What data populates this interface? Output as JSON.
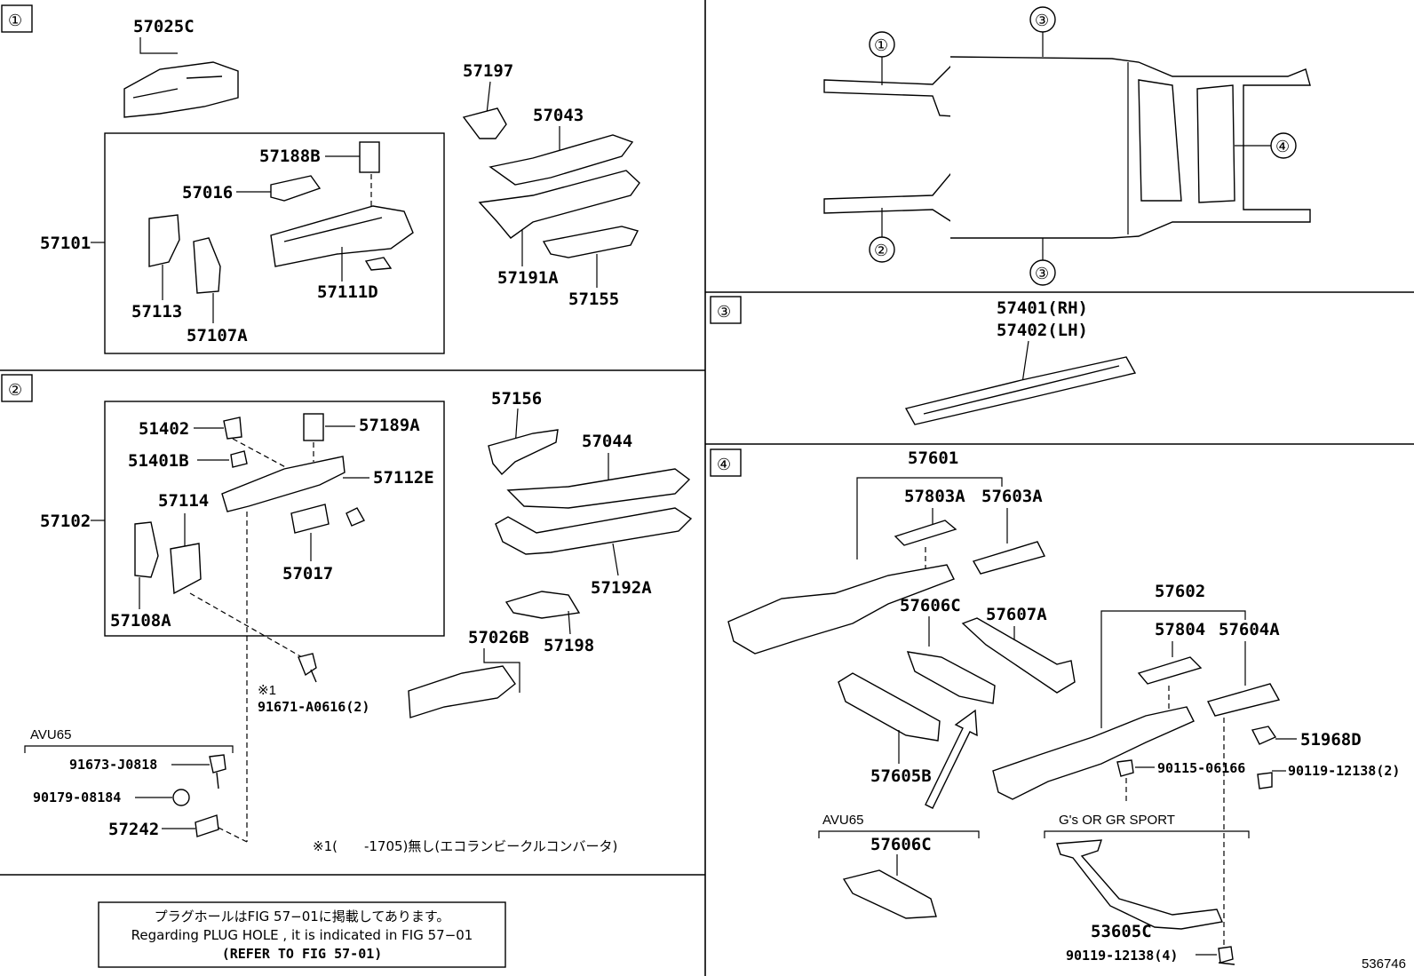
{
  "sections": {
    "s1": "①",
    "s2": "②",
    "s3": "③",
    "s4": "④"
  },
  "overview": {
    "c1": "①",
    "c2": "②",
    "c3a": "③",
    "c3b": "③",
    "c4": "④"
  },
  "parts": {
    "p57025C": "57025C",
    "p57197": "57197",
    "p57043": "57043",
    "p57188B": "57188B",
    "p57016": "57016",
    "p57101": "57101",
    "p57113": "57113",
    "p57107A": "57107A",
    "p57111D": "57111D",
    "p57191A": "57191A",
    "p57155": "57155",
    "p57156": "57156",
    "p57044": "57044",
    "p51402": "51402",
    "p57189A": "57189A",
    "p51401B": "51401B",
    "p57112E": "57112E",
    "p57114": "57114",
    "p57102": "57102",
    "p57017": "57017",
    "p57108A": "57108A",
    "p57192A": "57192A",
    "p57026B": "57026B",
    "p57198": "57198",
    "p91671": "91671-A0616(2)",
    "p91673": "91673-J0818",
    "p90179": "90179-08184",
    "p57242": "57242",
    "p57401": "57401(RH)",
    "p57402": "57402(LH)",
    "p57601": "57601",
    "p57803A": "57803A",
    "p57603A": "57603A",
    "p57606C": "57606C",
    "p57607A": "57607A",
    "p57605B": "57605B",
    "p57602": "57602",
    "p57804": "57804",
    "p57604A": "57604A",
    "p51968D": "51968D",
    "p90115": "90115-06166",
    "p90119a": "90119-12138(2)",
    "p57606C2": "57606C",
    "p53605C": "53605C",
    "p90119b": "90119-12138(4)"
  },
  "labels": {
    "avu65_left": "AVU65",
    "avu65_right": "AVU65",
    "gs": "G's OR GR SPORT",
    "mark1": "※1",
    "note1": "※1(　　-1705)無し(エコランビークルコンバータ)"
  },
  "footer": {
    "line1": "プラグホールはFIG 57−01に掲載してあります。",
    "line2": "Regarding PLUG HOLE , it is indicated in FIG 57−01",
    "line3": "(REFER TO FIG 57-01)"
  },
  "illustration_id": "536746"
}
